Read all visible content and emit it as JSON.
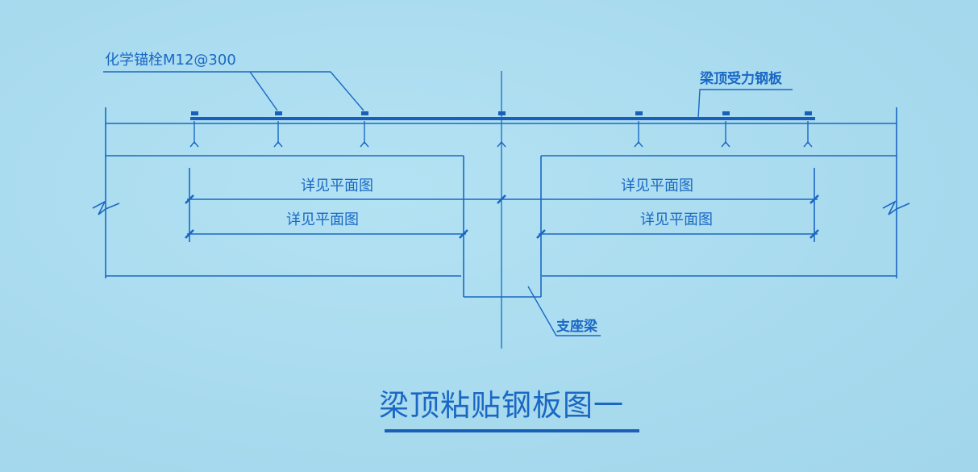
{
  "labels": {
    "anchor_bolt": "化学锚栓M12@300",
    "top_plate": "梁顶受力钢板",
    "see_plan": "详见平面图",
    "support_beam": "支座梁"
  },
  "title": "梁顶粘贴钢板图一",
  "colors": {
    "line": "#1a68c4",
    "background": "#a9dcef"
  }
}
